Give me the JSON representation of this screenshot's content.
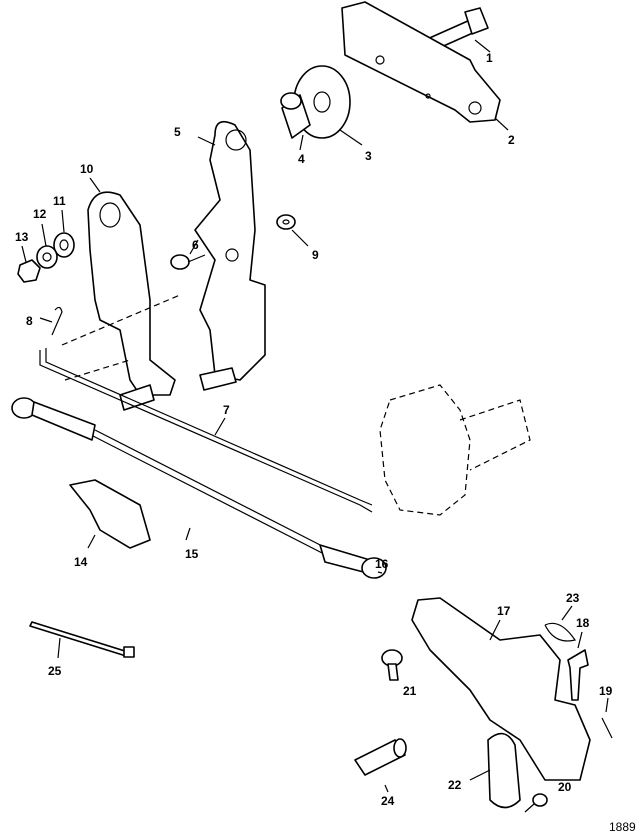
{
  "diagram": {
    "callouts": [
      "1",
      "2",
      "3",
      "4",
      "5",
      "6",
      "7",
      "8",
      "9",
      "10",
      "11",
      "12",
      "13",
      "14",
      "15",
      "16",
      "17",
      "18",
      "19",
      "20",
      "21",
      "22",
      "23",
      "24",
      "25"
    ],
    "figure_number": "1889"
  }
}
